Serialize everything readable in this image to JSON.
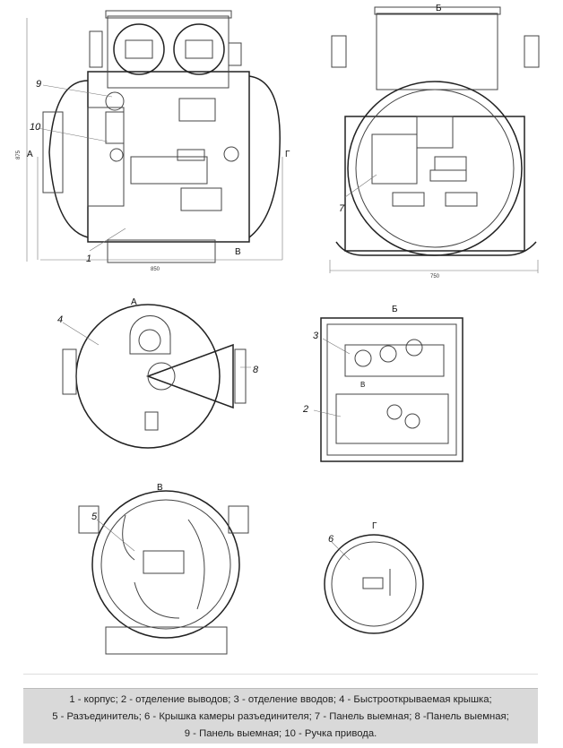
{
  "views": {
    "main": {
      "dim_height": "875",
      "dim_width": "850",
      "marker_a": "А",
      "marker_g": "Г",
      "marker_v": "В"
    },
    "side": {
      "dim_width": "750",
      "marker_b": "Б"
    },
    "view_a": {
      "title": "А"
    },
    "view_b": {
      "title": "Б",
      "marker_v": "В"
    },
    "view_v": {
      "title": "В"
    },
    "view_g": {
      "title": "Г"
    }
  },
  "callouts": [
    "1",
    "2",
    "3",
    "4",
    "5",
    "6",
    "7",
    "8",
    "9",
    "10"
  ],
  "caption": {
    "line1": "1 - корпус; 2 - отделение выводов; 3 - отделение вводов; 4 - Быстрооткрываемая крышка;",
    "line2": "5 - Разъединитель; 6 - Крышка камеры разъединителя; 7 - Панель выемная; 8 -Панель выемная;",
    "line3": "9 - Панель выемная; 10 - Ручка привода."
  }
}
